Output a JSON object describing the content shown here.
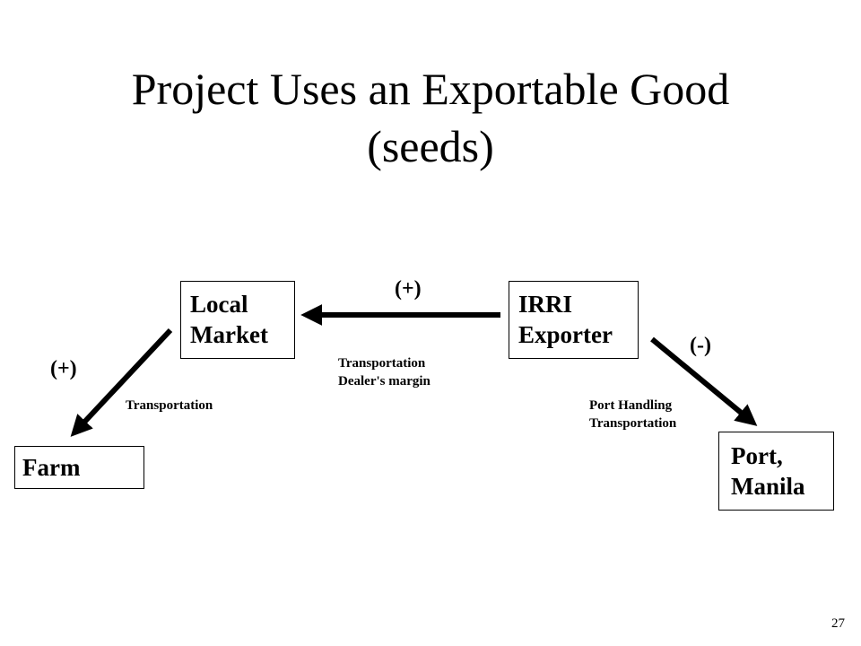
{
  "slide": {
    "title_line1": "Project Uses an Exportable Good",
    "title_line2": "(seeds)",
    "page_number": "27"
  },
  "nodes": {
    "local_market": {
      "line1": "Local",
      "line2": "Market"
    },
    "irri_exporter": {
      "line1": "IRRI",
      "line2": "Exporter"
    },
    "farm": {
      "line1": "Farm"
    },
    "port_manila": {
      "line1": "Port,",
      "line2": "Manila"
    }
  },
  "edges": {
    "irri_to_local": {
      "sign": "(+)",
      "notes": [
        "Transportation",
        "Dealer's margin"
      ]
    },
    "local_to_farm": {
      "sign": "(+)",
      "notes": [
        "Transportation"
      ]
    },
    "irri_to_port": {
      "sign": "(-)",
      "notes": [
        "Port Handling",
        "Transportation"
      ]
    }
  }
}
